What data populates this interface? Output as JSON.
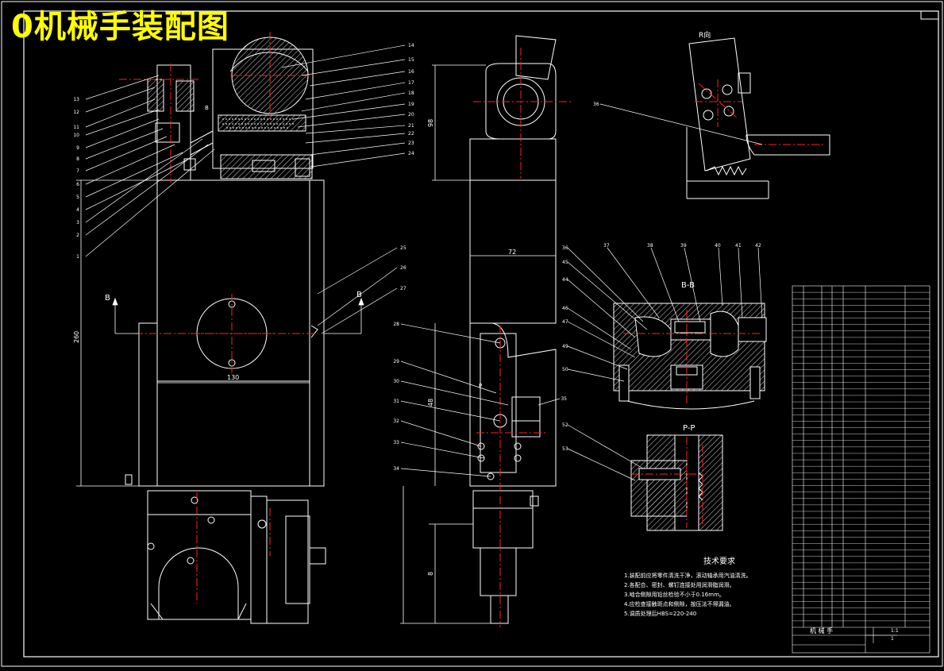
{
  "title": "0机械手装配图",
  "views": {
    "r_view": "R向",
    "b_left": "B",
    "b_right": "B",
    "section_bb": "B-B",
    "section_pp": "P-P",
    "b_mark": "B",
    "p_mark": "P"
  },
  "dimensions": {
    "d98": "98",
    "d72": "72",
    "d260": "260",
    "d130": "130",
    "d48": "48",
    "d8": "8"
  },
  "tech_requirements": {
    "heading": "技术要求",
    "lines": [
      "1.装配前应将零件清洗干净，滚动轴承用汽油清洗。",
      "2.各配合、密封、螺钉连接处用润滑脂润滑。",
      "3.啮合侧隙用铅丝检验不小于0.16mm。",
      "4.应检查接触斑点和侧隙，按压法不得漏油。",
      "5.调质处理后HBS=220-240"
    ]
  },
  "title_block": {
    "name": "机 械 手",
    "scale_value": "1:1",
    "sheet_value": "1"
  },
  "colors": {
    "background": "#000000",
    "line": "#ffffff",
    "center_line": "#ff2020",
    "hatch": "#dddddd",
    "title": "#ffff00"
  }
}
